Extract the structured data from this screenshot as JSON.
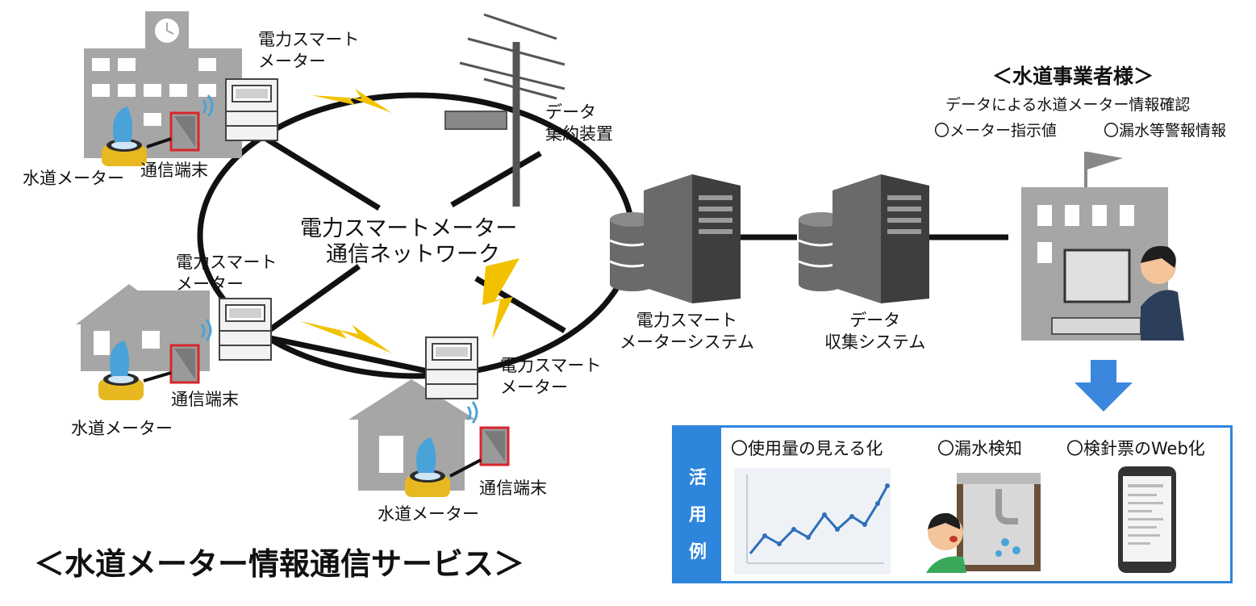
{
  "service_title": "＜水道メーター情報通信サービス＞",
  "network": {
    "center_label_line1": "電力スマートメーター",
    "center_label_line2": "通信ネットワーク"
  },
  "devices": {
    "smart_meter_label_line1": "電力スマート",
    "smart_meter_label_line2": "メーター",
    "terminal_label": "通信端末",
    "water_meter_label": "水道メーター",
    "collector_label_line1": "データ",
    "collector_label_line2": "集約装置"
  },
  "systems": {
    "smart_meter_system_line1": "電力スマート",
    "smart_meter_system_line2": "メーターシステム",
    "data_collection_line1": "データ",
    "data_collection_line2": "収集システム"
  },
  "operator": {
    "title": "＜水道事業者様＞",
    "subtitle": "データによる水道メーター情報確認",
    "item1": "〇メーター指示値",
    "item2": "〇漏水等警報情報"
  },
  "usage": {
    "side_chars": [
      "活",
      "用",
      "例"
    ],
    "example1": "〇使用量の見える化",
    "example2": "〇漏水検知",
    "example3": "〇検針票のWeb化"
  },
  "colors": {
    "accent_blue": "#2e86dc",
    "arrow_blue": "#3a87dd",
    "lightning": "#f2c200",
    "terminal_red": "#d8262c",
    "meter_gold": "#e8b820",
    "meter_cap_blue": "#4aa3d8",
    "building_gray": "#a6a6a6",
    "server_dark": "#4a4a4a"
  }
}
